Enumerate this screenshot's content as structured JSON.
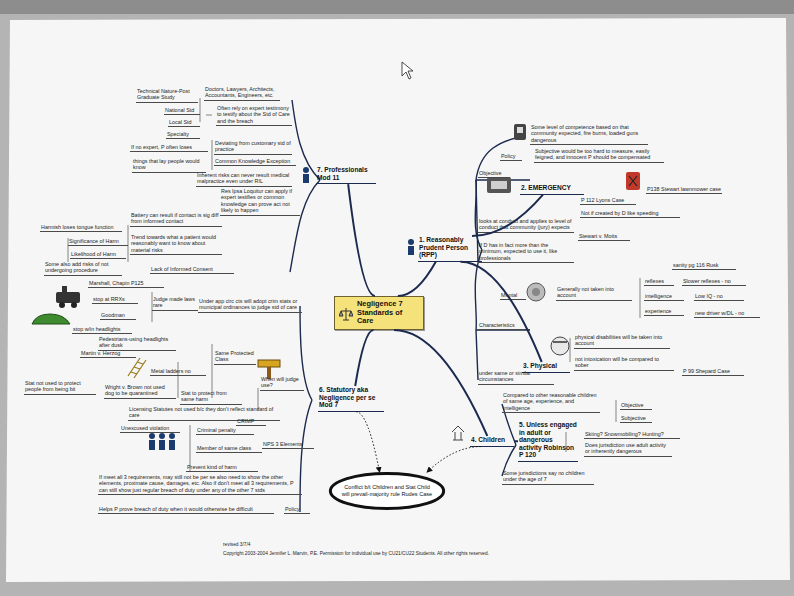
{
  "diagram": {
    "nodes": [
      {
        "text": [
          "Negligence 7 Standards of Care"
        ]
      },
      {
        "text": [
          "1. Reasonably Prudent Person (RPP)"
        ]
      },
      {
        "text": [
          "2. EMERGENCY"
        ]
      },
      {
        "text": [
          "3. Physical"
        ]
      },
      {
        "text": [
          "4. Children"
        ]
      },
      {
        "text": [
          "5. Unless engaged in adult or dangerous activity Robinson P 120"
        ]
      },
      {
        "text": [
          "6. Statutory aka Negligence per se Mod 7"
        ]
      },
      {
        "text": [
          "7. Professionals Mod 11"
        ]
      },
      {
        "text": [
          "Conflict b/t Children and Stat Child will prevail-majority rule Rudes Case"
        ]
      }
    ],
    "edges": [
      {
        "from": 0,
        "to": 1,
        "arrow": "none"
      },
      {
        "from": 1,
        "to": 2,
        "arrow": "none"
      },
      {
        "from": 1,
        "to": 3,
        "arrow": "none"
      },
      {
        "from": 0,
        "to": 4,
        "arrow": "none"
      },
      {
        "from": 4,
        "to": 5,
        "arrow": "none"
      },
      {
        "from": 0,
        "to": 6,
        "arrow": "none"
      },
      {
        "from": 0,
        "to": 7,
        "arrow": "none"
      },
      {
        "from": 4,
        "to": 8,
        "arrow": "to"
      },
      {
        "from": 6,
        "to": 8,
        "arrow": "to"
      }
    ],
    "labels": [
      "Some level of competence based on that community expected, fire burns, loaded guns dangerous",
      "Policy",
      "Subjective would be too hard to measure, easily feigned, and innocent P should be compensated",
      "Objective",
      "P 112 Lyons Case",
      "P138 Stewart lawnmower case",
      "Not if created by D like speeding",
      "looks at conduct and applies to level of conduct that community (jury) expects",
      "Stewart v. Motts",
      "If D has in fact more than the minimum, expected to use it, like professionals",
      "Mental",
      "Generally not taken into account",
      "sanity pg 116 Rusk",
      "reflexes",
      "Slower reflexes - no",
      "intelligence",
      "Low IQ - no",
      "experience",
      "new driver w/DL - no",
      "Characteristics",
      "physical disabilities will be taken into account",
      "P 99 Shepard Case",
      "not intoxication will be compared to sober",
      "under same or similar circumstances",
      "Compared to other reasonable children of same age, experience, and intelligence",
      "Objective",
      "Subjective",
      "Skiing? Snowmobiling? Hunting?",
      "Does jurisdiction use adult activity or inherently dangerous",
      "Some jurisdictions say no children under the age of 7",
      "Technical Nature-Post Graduate Study",
      "Doctors, Lawyers, Architects, Accountants, Engineers, etc.",
      "National Std",
      "Local Std",
      "Specialty",
      "Often rely on expert testimony to testify about the Std of Care and the breach",
      "If no expert, P often loses",
      "Deviating from customary std of practice",
      "things that lay people would know",
      "Common Knowledge Exception",
      "Inherent risks can never result medical malpractice even under RIL",
      "Res Ipsa Loquitur can apply if expert testifies or common knowledge can prove act not likely to happen",
      "Battery can result if contact is sig diff from informed contact",
      "Harmish loses tongue function",
      "Significance of Harm",
      "Likelihood of Harm",
      "Some also add risks of not undergoing procedure",
      "Trend towards what a patient would reasonably want to know about material risks",
      "Lack of Informed Consent",
      "Marshall, Chapin P125",
      "stop at RRXs",
      "Goodman",
      "stop w/in headlights",
      "Judge made laws rare",
      "Under app circ cts will adopt crim stats or municipal ordinances to judge std of care",
      "Pedestrians-using headlights after dusk",
      "Martin v. Herzog",
      "Metal ladders no",
      "Same Protected Class",
      "When will judge use?",
      "Stat not used to protect people from being bit",
      "Wright v. Brown not used dog to be quarantined",
      "Stat to protect from same harm",
      "Licensing Statutes not used b/c they don't reflect standard of care",
      "CRIMP",
      "Unexcused violation",
      "Criminal penalty",
      "NPS 3 Elements",
      "Member of same class",
      "Prevent kind of harm",
      "If meet all 3 requirements, may still not be per se also need to show the other elements, proximate cause, damages, etc.  Also if don't meet all 3 requirements, P can still show just regular breach of duty under any of the other 7 stds",
      "Helps P prove breach of duty when it would otherwise be difficult",
      "Policy",
      "revised 3/7/4",
      "Copyright 2003-2004 Jennifer L. Marvin, P.E. Permission for individual use by CU21/CU22 Students.  All other rights reserved."
    ]
  }
}
